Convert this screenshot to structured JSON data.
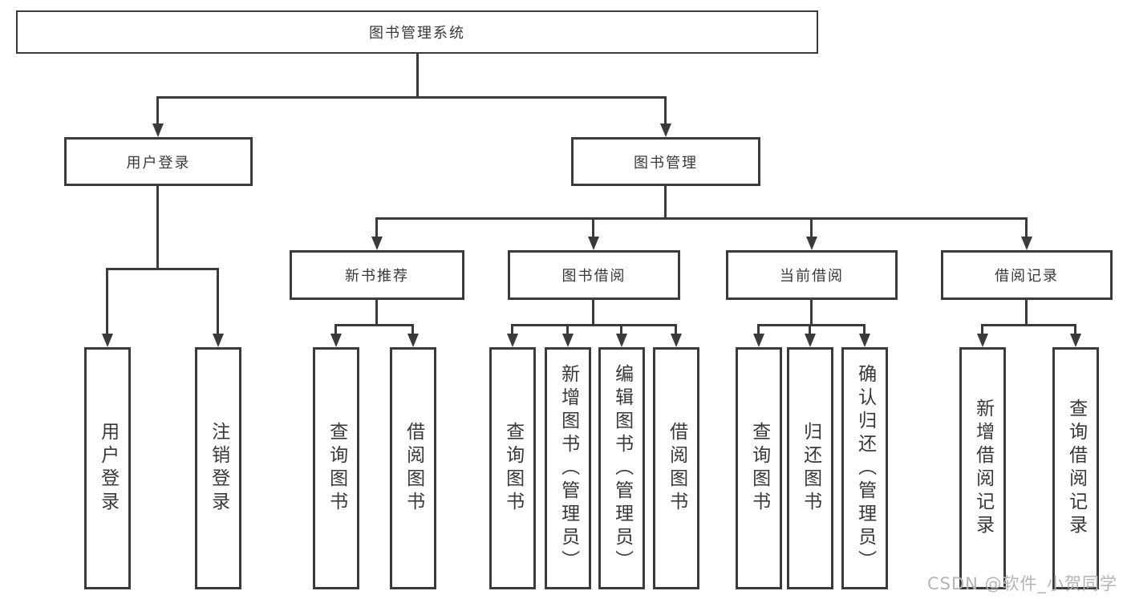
{
  "diagram": {
    "root": "图书管理系统",
    "level2": [
      "用户登录",
      "图书管理"
    ],
    "level3": [
      "新书推荐",
      "图书借阅",
      "当前借阅",
      "借阅记录"
    ],
    "leaves": {
      "user_login": [
        "用户登录",
        "注销登录"
      ],
      "new_book_recommend": [
        "查询图书",
        "借阅图书"
      ],
      "book_borrow": [
        "查询图书",
        "新增图书（管理员）",
        "编辑图书（管理员）",
        "借阅图书"
      ],
      "current_borrow": [
        "查询图书",
        "归还图书",
        "确认归还（管理员）"
      ],
      "borrow_records": [
        "新增借阅记录",
        "查询借阅记录"
      ]
    }
  },
  "watermark": {
    "text": "CSDN @软件_小贺同学"
  },
  "colors": {
    "line": "#3b3b3b",
    "text": "#383838",
    "watermark": "#b4b4b4",
    "background": "#ffffff"
  }
}
